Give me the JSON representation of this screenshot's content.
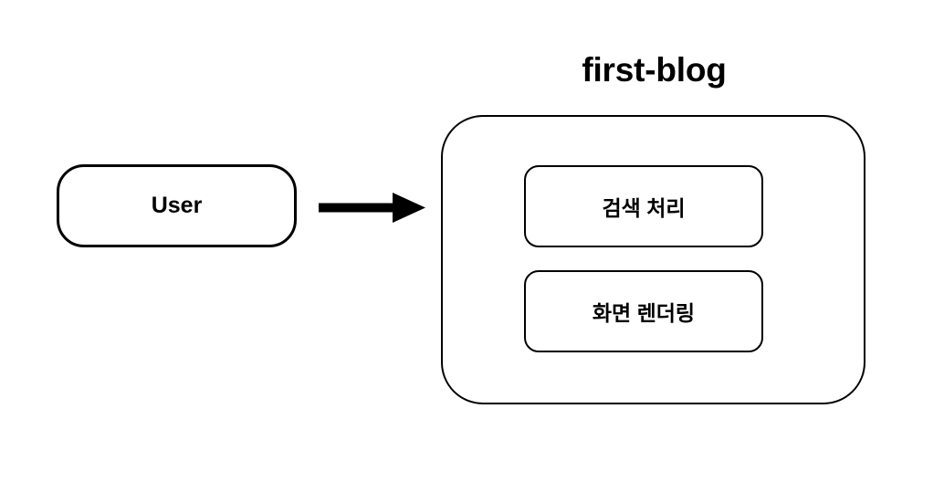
{
  "diagram": {
    "type": "flowchart",
    "background_color": "#ffffff",
    "stroke_color": "#000000",
    "subgraph": {
      "title": "first-blog",
      "nodes": [
        {
          "id": "search",
          "label": "검색 처리",
          "shape": "rounded-rectangle"
        },
        {
          "id": "render",
          "label": "화면 렌더링",
          "shape": "rounded-rectangle"
        }
      ]
    },
    "external_nodes": [
      {
        "id": "user",
        "label": "User",
        "shape": "stadium"
      }
    ],
    "edges": [
      {
        "from": "user",
        "to": "first-blog",
        "style": "solid-arrow",
        "label": ""
      }
    ]
  }
}
